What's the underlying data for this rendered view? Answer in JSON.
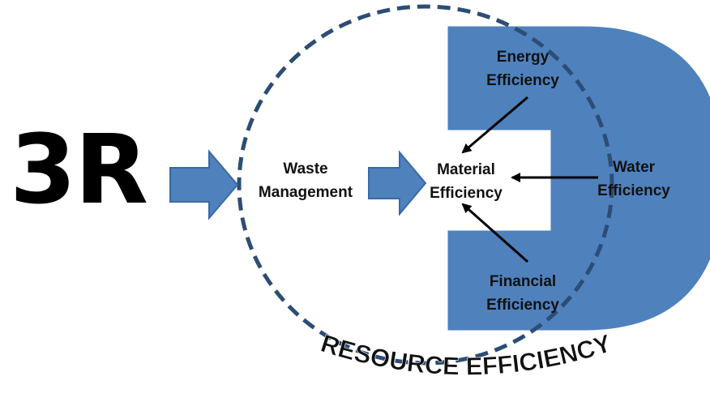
{
  "diagram": {
    "left_label": "3R",
    "waste_management": {
      "line1": "Waste",
      "line2": "Management"
    },
    "material_efficiency": {
      "line1": "Material",
      "line2": "Efficiency"
    },
    "energy_efficiency": {
      "line1": "Energy",
      "line2": "Efficiency"
    },
    "water_efficiency": {
      "line1": "Water",
      "line2": "Efficiency"
    },
    "financial_efficiency": {
      "line1": "Financial",
      "line2": "Efficiency"
    },
    "circle_caption": "RESOURCE EFFICIENCY"
  },
  "colors": {
    "shape_fill": "#4f81bd",
    "circle_stroke": "#2c4d75",
    "text": "#111111"
  }
}
